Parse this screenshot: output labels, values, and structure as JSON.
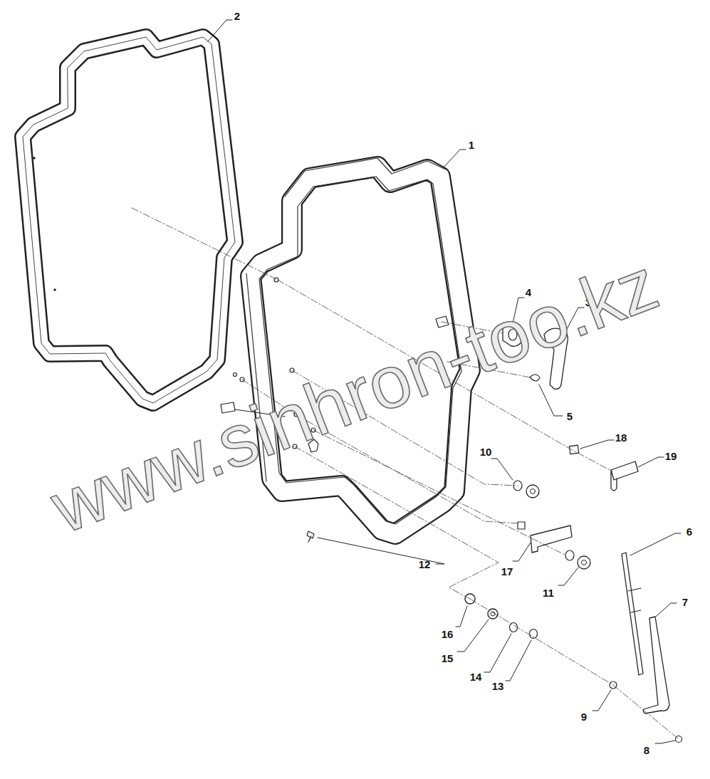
{
  "diagram": {
    "labels": [
      "2",
      "1",
      "4",
      "3",
      "5",
      "18",
      "19",
      "10",
      "6",
      "7",
      "17",
      "11",
      "12",
      "16",
      "15",
      "14",
      "13",
      "9",
      "8",
      "www.sinhron-too.kz"
    ]
  }
}
